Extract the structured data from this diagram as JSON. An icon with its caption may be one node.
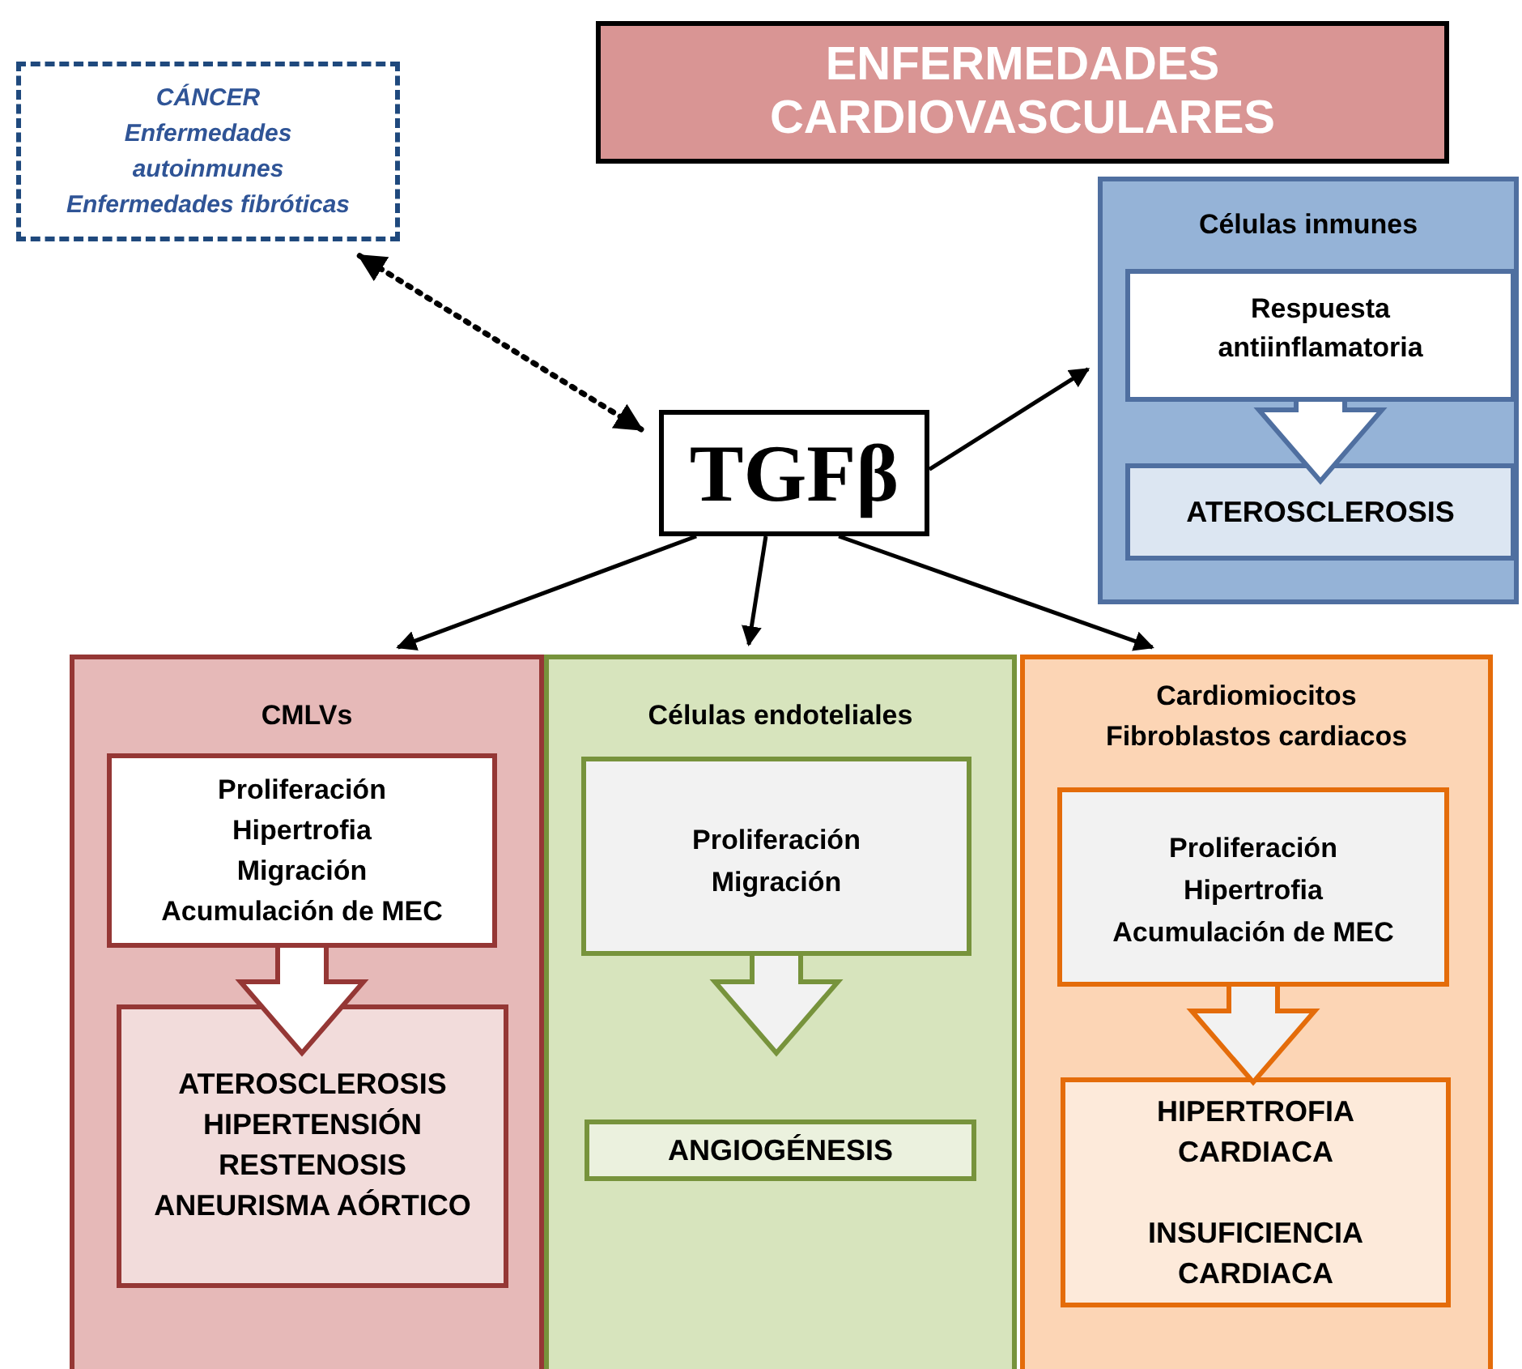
{
  "diagram": {
    "nodes": [
      {
        "text": [
          "ENFERMEDADES CARDIOVASCULARES"
        ]
      },
      {
        "text": [
          "CÁNCER",
          "Enfermedades autoinmunes",
          "Enfermedades fibróticas"
        ]
      },
      {
        "text": [
          "TGFβ"
        ]
      },
      {
        "text": [
          "Células inmunes"
        ]
      },
      {
        "text": [
          "Respuesta antiinflamatoria"
        ],
        "in": 3
      },
      {
        "text": [
          "ATEROSCLEROSIS"
        ],
        "in": 3
      },
      {
        "text": [
          "CMLVs"
        ]
      },
      {
        "text": [
          "Proliferación",
          "Hipertrofia",
          "Migración",
          "Acumulación de MEC"
        ],
        "in": 6
      },
      {
        "text": [
          "ATEROSCLEROSIS",
          "HIPERTENSIÓN",
          "RESTENOSIS",
          "ANEURISMA AÓRTICO"
        ],
        "in": 6
      },
      {
        "text": [
          "Células endoteliales"
        ]
      },
      {
        "text": [
          "Proliferación",
          "Migración"
        ],
        "in": 9
      },
      {
        "text": [
          "ANGIOGÉNESIS"
        ],
        "in": 9
      },
      {
        "text": [
          "Cardiomiocitos",
          "Fibroblastos cardiacos"
        ]
      },
      {
        "text": [
          "Proliferación",
          "Hipertrofia",
          "Acumulación de MEC"
        ],
        "in": 12
      },
      {
        "text": [
          "HIPERTROFIA CARDIACA",
          "INSUFICIENCIA CARDIACA"
        ],
        "in": 12
      }
    ],
    "edges": [
      {
        "from": 1,
        "to": 2,
        "arrow": "both",
        "style": "dashed"
      },
      {
        "from": 2,
        "to": 3,
        "arrow": "to"
      },
      {
        "from": 2,
        "to": 6,
        "arrow": "to"
      },
      {
        "from": 2,
        "to": 9,
        "arrow": "to"
      },
      {
        "from": 2,
        "to": 12,
        "arrow": "to"
      },
      {
        "from": 4,
        "to": 5,
        "arrow": "to",
        "style": "thick",
        "color": "#4f6fa0"
      },
      {
        "from": 7,
        "to": 8,
        "arrow": "to",
        "style": "thick",
        "color": "#953735"
      },
      {
        "from": 10,
        "to": 11,
        "arrow": "to",
        "style": "thick",
        "color": "#77933c"
      },
      {
        "from": 13,
        "to": 14,
        "arrow": "to",
        "style": "thick",
        "color": "#e46c0a"
      }
    ]
  }
}
